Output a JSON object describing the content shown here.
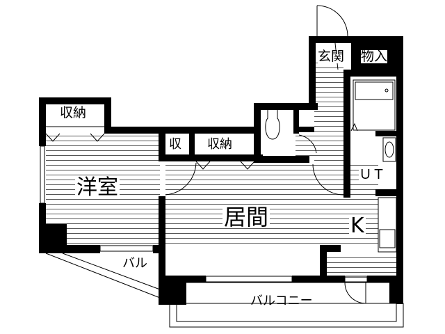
{
  "floorplan": {
    "rooms": {
      "western_room": "洋室",
      "living": "居間",
      "kitchen": "K",
      "unit_bath": "ＵＴ",
      "entrance": "玄関",
      "storeroom": "物入",
      "closet_western": "収納",
      "closet_small": "収",
      "closet_living": "収納",
      "balcony_side": "バル",
      "balcony_main": "バルコニー"
    },
    "colors": {
      "wall": "#000000",
      "floor_lines": "#555555",
      "background": "#ffffff"
    }
  }
}
